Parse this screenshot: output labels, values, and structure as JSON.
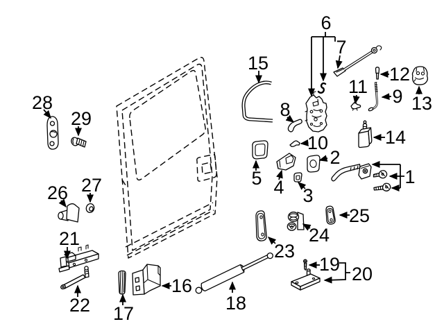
{
  "diagram": {
    "background_color": "#ffffff",
    "line_color": "#000000"
  },
  "callouts": [
    {
      "label": "1"
    },
    {
      "label": "2"
    },
    {
      "label": "3"
    },
    {
      "label": "4"
    },
    {
      "label": "5"
    },
    {
      "label": "6"
    },
    {
      "label": "7"
    },
    {
      "label": "8"
    },
    {
      "label": "9"
    },
    {
      "label": "10"
    },
    {
      "label": "11"
    },
    {
      "label": "12"
    },
    {
      "label": "13"
    },
    {
      "label": "14"
    },
    {
      "label": "15"
    },
    {
      "label": "16"
    },
    {
      "label": "17"
    },
    {
      "label": "18"
    },
    {
      "label": "19"
    },
    {
      "label": "20"
    },
    {
      "label": "21"
    },
    {
      "label": "22"
    },
    {
      "label": "23"
    },
    {
      "label": "24"
    },
    {
      "label": "25"
    },
    {
      "label": "26"
    },
    {
      "label": "27"
    },
    {
      "label": "28"
    },
    {
      "label": "29"
    }
  ]
}
